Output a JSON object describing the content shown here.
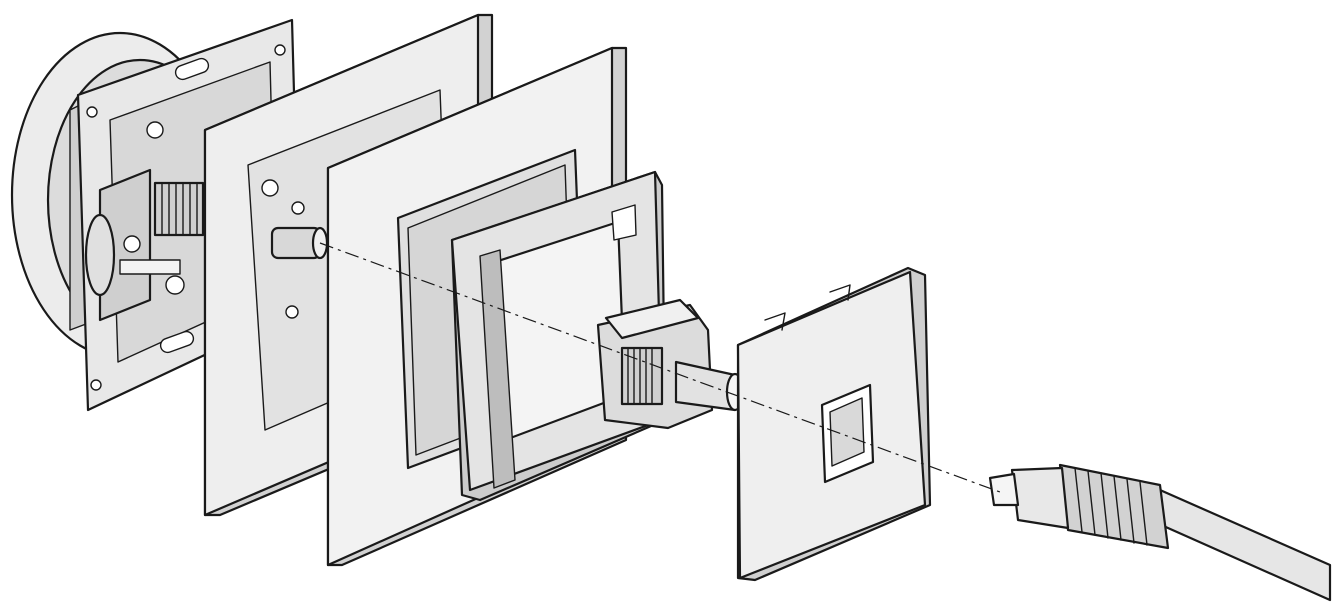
{
  "diagram": {
    "type": "exploded-assembly",
    "components": [
      {
        "id": "mounting-box"
      },
      {
        "id": "mechanism-frame"
      },
      {
        "id": "outer-cover-frame"
      },
      {
        "id": "inner-frame"
      },
      {
        "id": "rg6-cut-connector"
      },
      {
        "id": "cover-plate"
      },
      {
        "id": "coax-plug-cable"
      }
    ],
    "colors": {
      "line": "#1a1a1a",
      "fill": "#e6e6e6",
      "fill_light": "#f0f0f0",
      "fill_dark": "#bdbdbd",
      "background": "#ffffff"
    }
  }
}
